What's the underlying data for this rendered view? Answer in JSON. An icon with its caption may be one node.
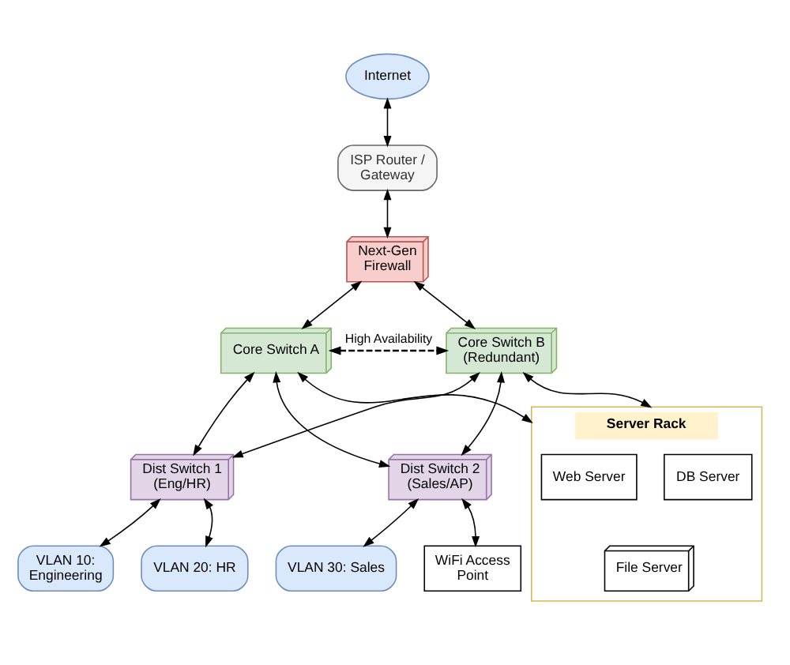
{
  "diagram": {
    "nodes": [
      {
        "text": [
          "Internet"
        ]
      },
      {
        "text": [
          "ISP Router / Gateway"
        ]
      },
      {
        "text": [
          "Next-Gen Firewall"
        ]
      },
      {
        "text": [
          "Core Switch A"
        ]
      },
      {
        "text": [
          "Core Switch B (Redundant)"
        ]
      },
      {
        "text": [
          "Dist Switch 1 (Eng/HR)"
        ]
      },
      {
        "text": [
          "Dist Switch 2 (Sales/AP)"
        ]
      },
      {
        "text": [
          "Server Rack"
        ]
      },
      {
        "text": [
          "Web Server"
        ],
        "in": 7
      },
      {
        "text": [
          "DB Server"
        ],
        "in": 7
      },
      {
        "text": [
          "File Server"
        ],
        "in": 7
      },
      {
        "text": [
          "VLAN 10: Engineering"
        ]
      },
      {
        "text": [
          "VLAN 20: HR"
        ]
      },
      {
        "text": [
          "VLAN 30: Sales"
        ]
      },
      {
        "text": [
          "WiFi Access Point"
        ]
      }
    ],
    "edges": [
      {
        "from": 0,
        "to": 1,
        "arrow": "both"
      },
      {
        "from": 1,
        "to": 2,
        "arrow": "both"
      },
      {
        "from": 2,
        "to": 3,
        "arrow": "both"
      },
      {
        "from": 2,
        "to": 4,
        "arrow": "both"
      },
      {
        "from": 3,
        "to": 4,
        "arrow": "both",
        "label": "High Availability",
        "style": "dashed"
      },
      {
        "from": 3,
        "to": 5,
        "arrow": "both"
      },
      {
        "from": 4,
        "to": 5,
        "arrow": "both"
      },
      {
        "from": 3,
        "to": 6,
        "arrow": "both"
      },
      {
        "from": 4,
        "to": 6,
        "arrow": "both"
      },
      {
        "from": 3,
        "to": 7,
        "arrow": "both"
      },
      {
        "from": 4,
        "to": 7,
        "arrow": "both"
      },
      {
        "from": 5,
        "to": 11,
        "arrow": "both"
      },
      {
        "from": 5,
        "to": 12,
        "arrow": "both"
      },
      {
        "from": 6,
        "to": 13,
        "arrow": "both"
      },
      {
        "from": 6,
        "to": 14,
        "arrow": "both"
      }
    ]
  }
}
